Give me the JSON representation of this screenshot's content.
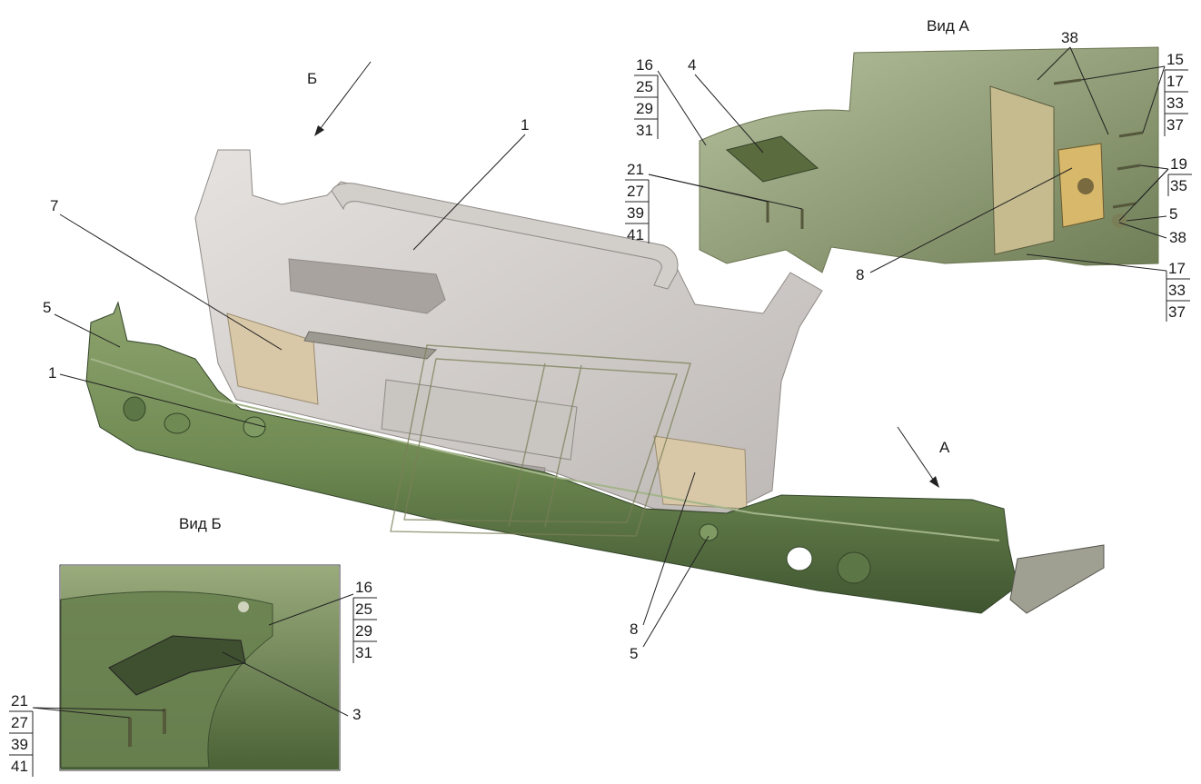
{
  "views": {
    "view_a_title": "Вид А",
    "view_b_title": "Вид Б",
    "arrow_a": "А",
    "arrow_b": "Б"
  },
  "main_labels": {
    "l1_top": "1",
    "l7": "7",
    "l5_left": "5",
    "l1_left": "1",
    "l8_bottom": "8",
    "l5_bottom": "5"
  },
  "view_a_labels": {
    "g16": [
      "16",
      "25",
      "29",
      "31"
    ],
    "l4": "4",
    "g21": [
      "21",
      "27",
      "39",
      "41"
    ],
    "l8": "8",
    "l38_top": "38",
    "g15": [
      "15",
      "17",
      "33",
      "37"
    ],
    "g19": [
      "19",
      "35"
    ],
    "l5": "5",
    "l38_right": "38",
    "g17": [
      "17",
      "33",
      "37"
    ]
  },
  "view_b_labels": {
    "g16": [
      "16",
      "25",
      "29",
      "31"
    ],
    "g21": [
      "21",
      "27",
      "39",
      "41"
    ],
    "l3": "3"
  },
  "colors": {
    "bumper_green": "#6f8a52",
    "bumper_dark": "#4d6638",
    "panel_gray": "#d6d2cf",
    "plate_beige": "#d8c8a8",
    "step_gray": "#8a8a7a"
  }
}
